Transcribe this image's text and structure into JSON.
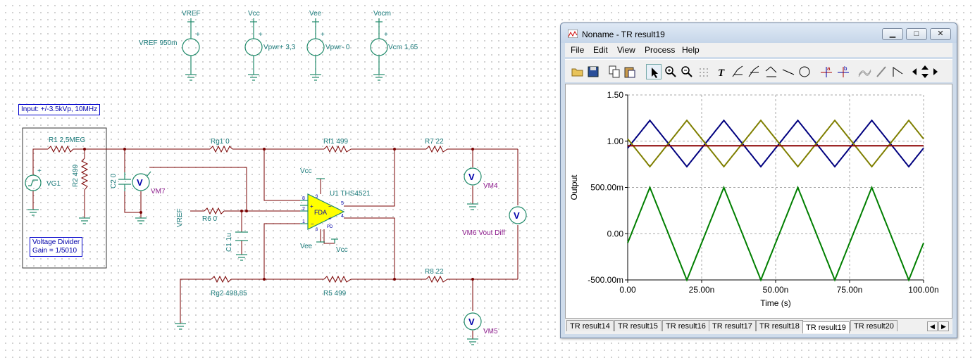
{
  "schematic": {
    "sources": {
      "vref": {
        "top": "VREF",
        "name": "VREF 950m"
      },
      "vcc": {
        "top": "Vcc",
        "name": "Vpwr+ 3,3"
      },
      "vee": {
        "top": "Vee",
        "name": "Vpwr- 0"
      },
      "vocm": {
        "top": "Vocm",
        "name": "Vcm 1,65"
      }
    },
    "input_note": "Input: +/-3.5kVp, 10MHz",
    "divider_note": [
      "Voltage Divider",
      "Gain = 1/5010"
    ],
    "vg1": "VG1",
    "r1": "R1 2,5MEG",
    "r2": "R2 499",
    "c2": "C2 0",
    "vm7": "VM7",
    "rg1": "Rg1 0",
    "rf1": "Rf1 499",
    "r7": "R7 22",
    "vm4": "VM4",
    "vcc_label": "Vcc",
    "u1": "U1 THS4521",
    "fda": "FDA",
    "vref_label": "VREF",
    "r6": "R6 0",
    "c1": "C1 1u",
    "vee_label": "Vee",
    "vcc_label2": "Vcc",
    "vm6": "VM6 Vout Diff",
    "rg2": "Rg2 498,85",
    "r5": "R5 499",
    "r8": "R8 22",
    "vm5": "VM5",
    "meter_letter": "V",
    "pins": {
      "p8": "8",
      "p2": "2",
      "p1": "1",
      "p5": "5",
      "p4": "4",
      "p3": "3",
      "p6": "6",
      "pd": "PD"
    }
  },
  "window": {
    "title": "Noname - TR result19",
    "minimize": "▁",
    "maximize": "□",
    "close": "✕",
    "menu": [
      "File",
      "Edit",
      "View",
      "Process",
      "Help"
    ],
    "toolbar_icons": [
      "open-folder-icon",
      "save-icon",
      "copy-icon",
      "paste-icon",
      "pointer-icon",
      "zoom-in-icon",
      "zoom-out-icon",
      "grid-icon",
      "text-icon",
      "cursor-a-icon",
      "cursor-b-icon",
      "cursor-c-icon",
      "line-icon",
      "circle-icon",
      "marker-a-icon",
      "marker-b-icon",
      "wave-icon",
      "pen-icon",
      "step-icon",
      "left-arrow-icon",
      "updown-icon",
      "right-arrow-icon"
    ],
    "tabs": [
      "TR result14",
      "TR result15",
      "TR result16",
      "TR result17",
      "TR result18",
      "TR result19",
      "TR result20"
    ],
    "active_tab": "TR result19",
    "nav_left": "◀",
    "nav_right": "▶"
  },
  "chart_data": {
    "type": "line",
    "xlabel": "Time (s)",
    "ylabel": "Output",
    "x_ticks": [
      "0.00",
      "25.00n",
      "50.00n",
      "75.00n",
      "100.00n"
    ],
    "y_ticks": [
      "1.50",
      "1.00",
      "500.00m",
      "0.00",
      "-500.00m"
    ],
    "xlim": [
      0,
      1e-07
    ],
    "ylim": [
      -0.5,
      1.5
    ],
    "grid": true,
    "period": 2.5e-08,
    "series": [
      {
        "color": "#00007f",
        "kind": "triangle",
        "mean": 0.975,
        "amplitude": 0.25,
        "phase_peak": 7.5e-09
      },
      {
        "color": "#7f7f00",
        "kind": "triangle",
        "mean": 0.975,
        "amplitude": 0.25,
        "phase_peak": 2e-08
      },
      {
        "color": "#8b0000",
        "kind": "flat",
        "value": 0.95
      },
      {
        "color": "#007f00",
        "kind": "triangle",
        "mean": 0.0,
        "amplitude": 0.5,
        "phase_peak": 7.5e-09
      }
    ]
  }
}
